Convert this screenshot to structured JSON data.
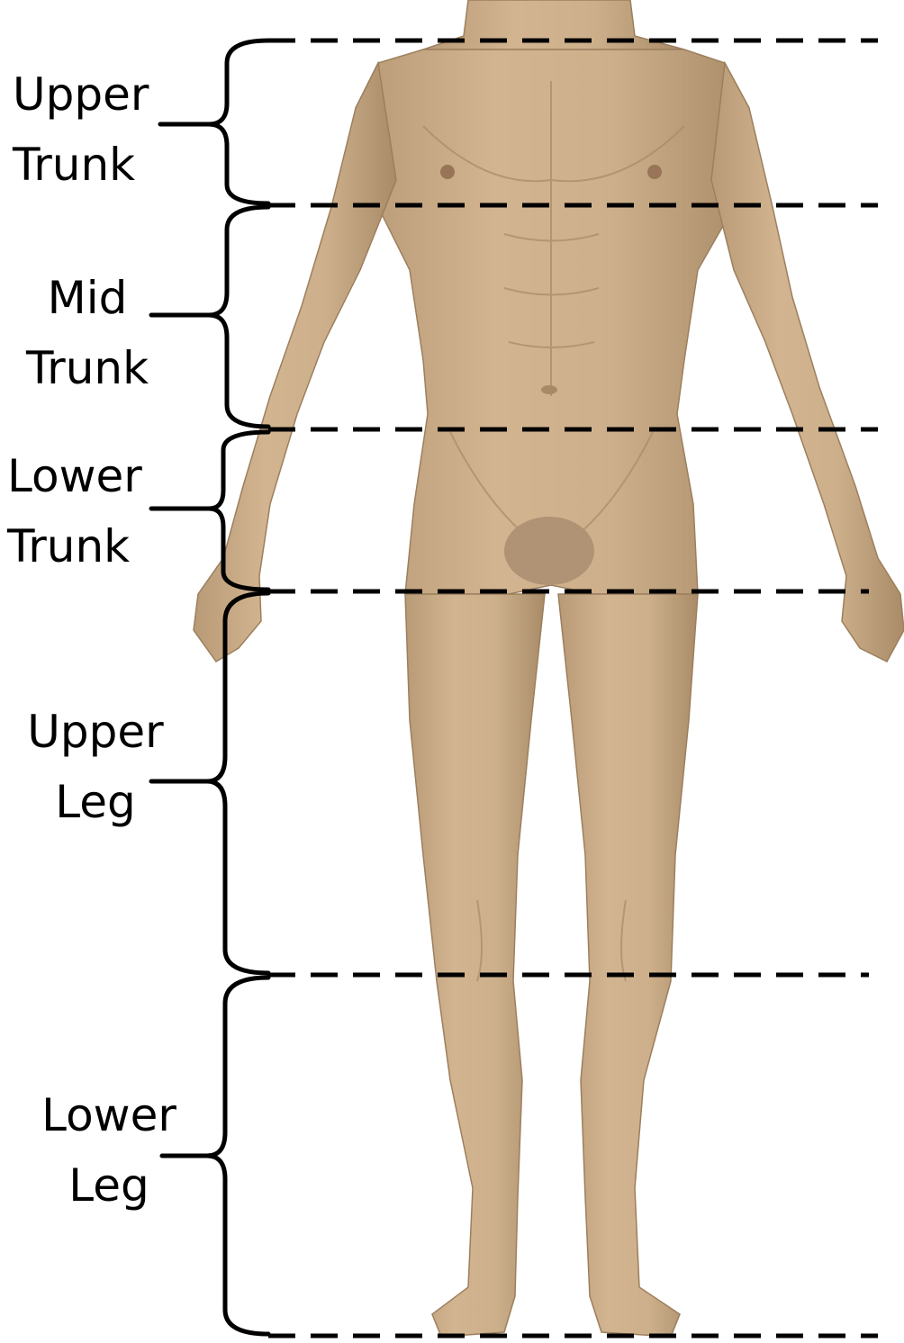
{
  "figure": {
    "regions": [
      {
        "id": "upper-trunk",
        "line1": "Upper",
        "line2": "Trunk"
      },
      {
        "id": "mid-trunk",
        "line1": "Mid",
        "line2": "Trunk"
      },
      {
        "id": "lower-trunk",
        "line1": "Lower",
        "line2": "Trunk"
      },
      {
        "id": "upper-leg",
        "line1": "Upper",
        "line2": "Leg"
      },
      {
        "id": "lower-leg",
        "line1": "Lower",
        "line2": "Leg"
      }
    ],
    "colors": {
      "skin": "#c9ab86",
      "skin_shadow": "#a88a66",
      "skin_highlight": "#dcc3a0",
      "lines": "#000000"
    }
  }
}
